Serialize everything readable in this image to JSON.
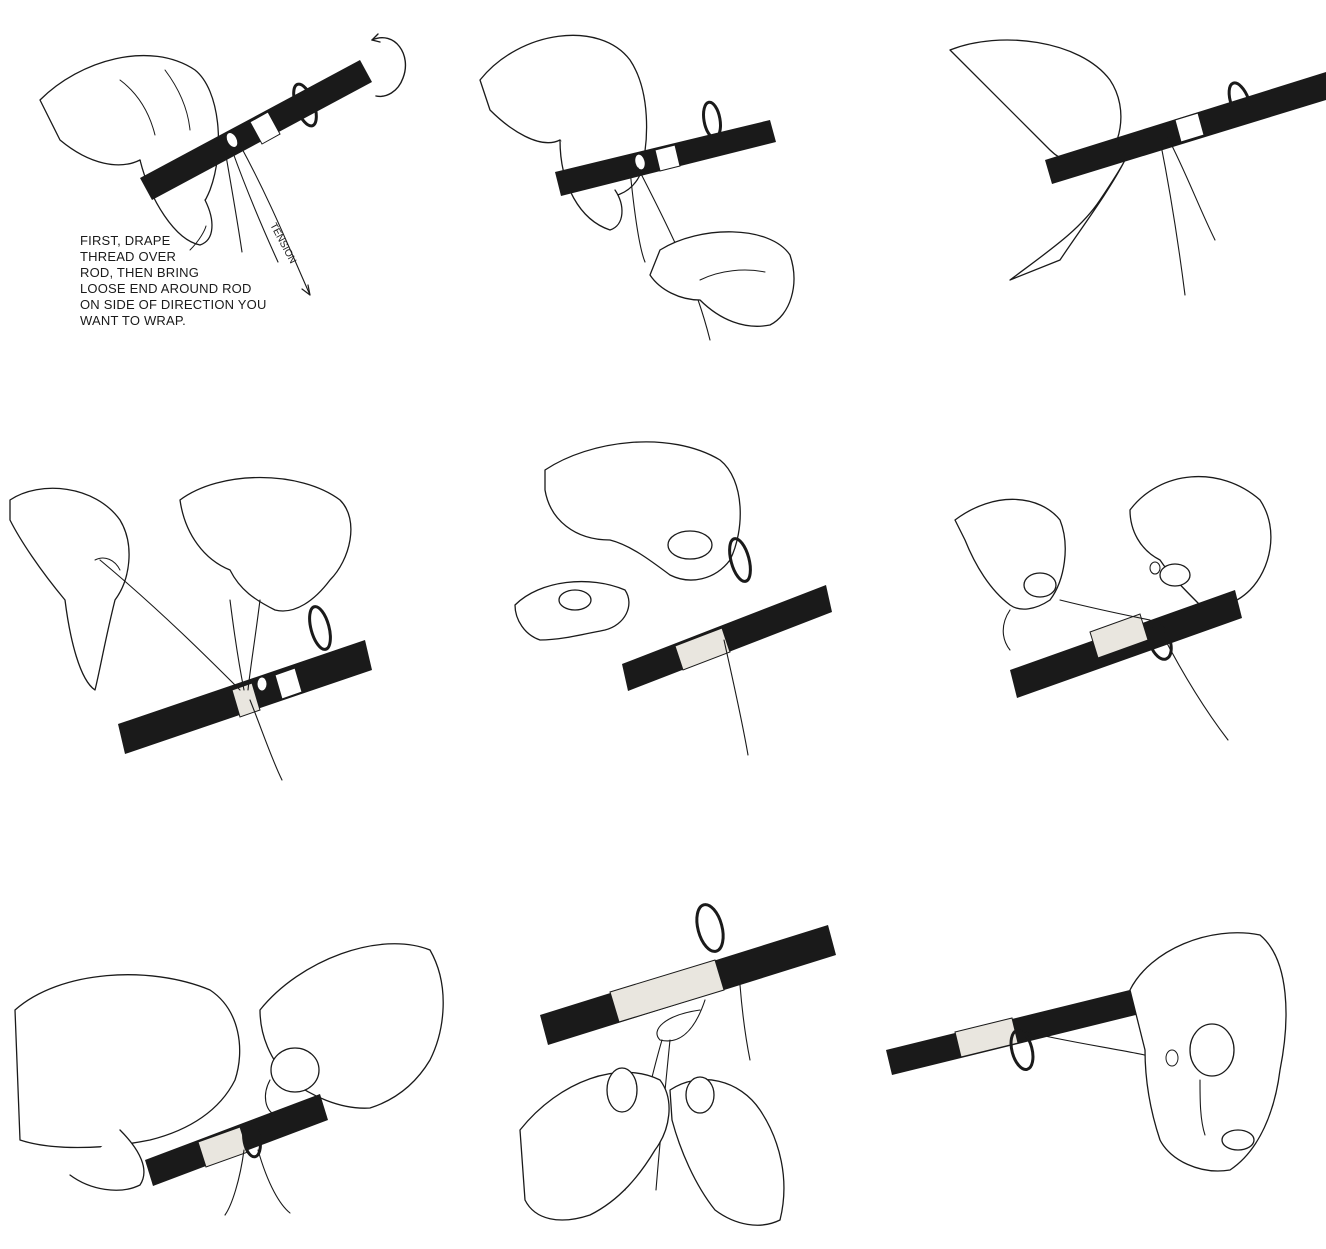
{
  "diagram": {
    "colors": {
      "ink": "#1a1a1a",
      "paper": "#ffffff",
      "wrap": "#e9e6df"
    },
    "panel1": {
      "caption_lines": [
        "FIRST, DRAPE",
        "THREAD OVER",
        "ROD, THEN BRING",
        "LOOSE END AROUND ROD",
        "ON SIDE OF DIRECTION YOU",
        "WANT TO WRAP."
      ],
      "tension_label": "TENSION"
    }
  }
}
